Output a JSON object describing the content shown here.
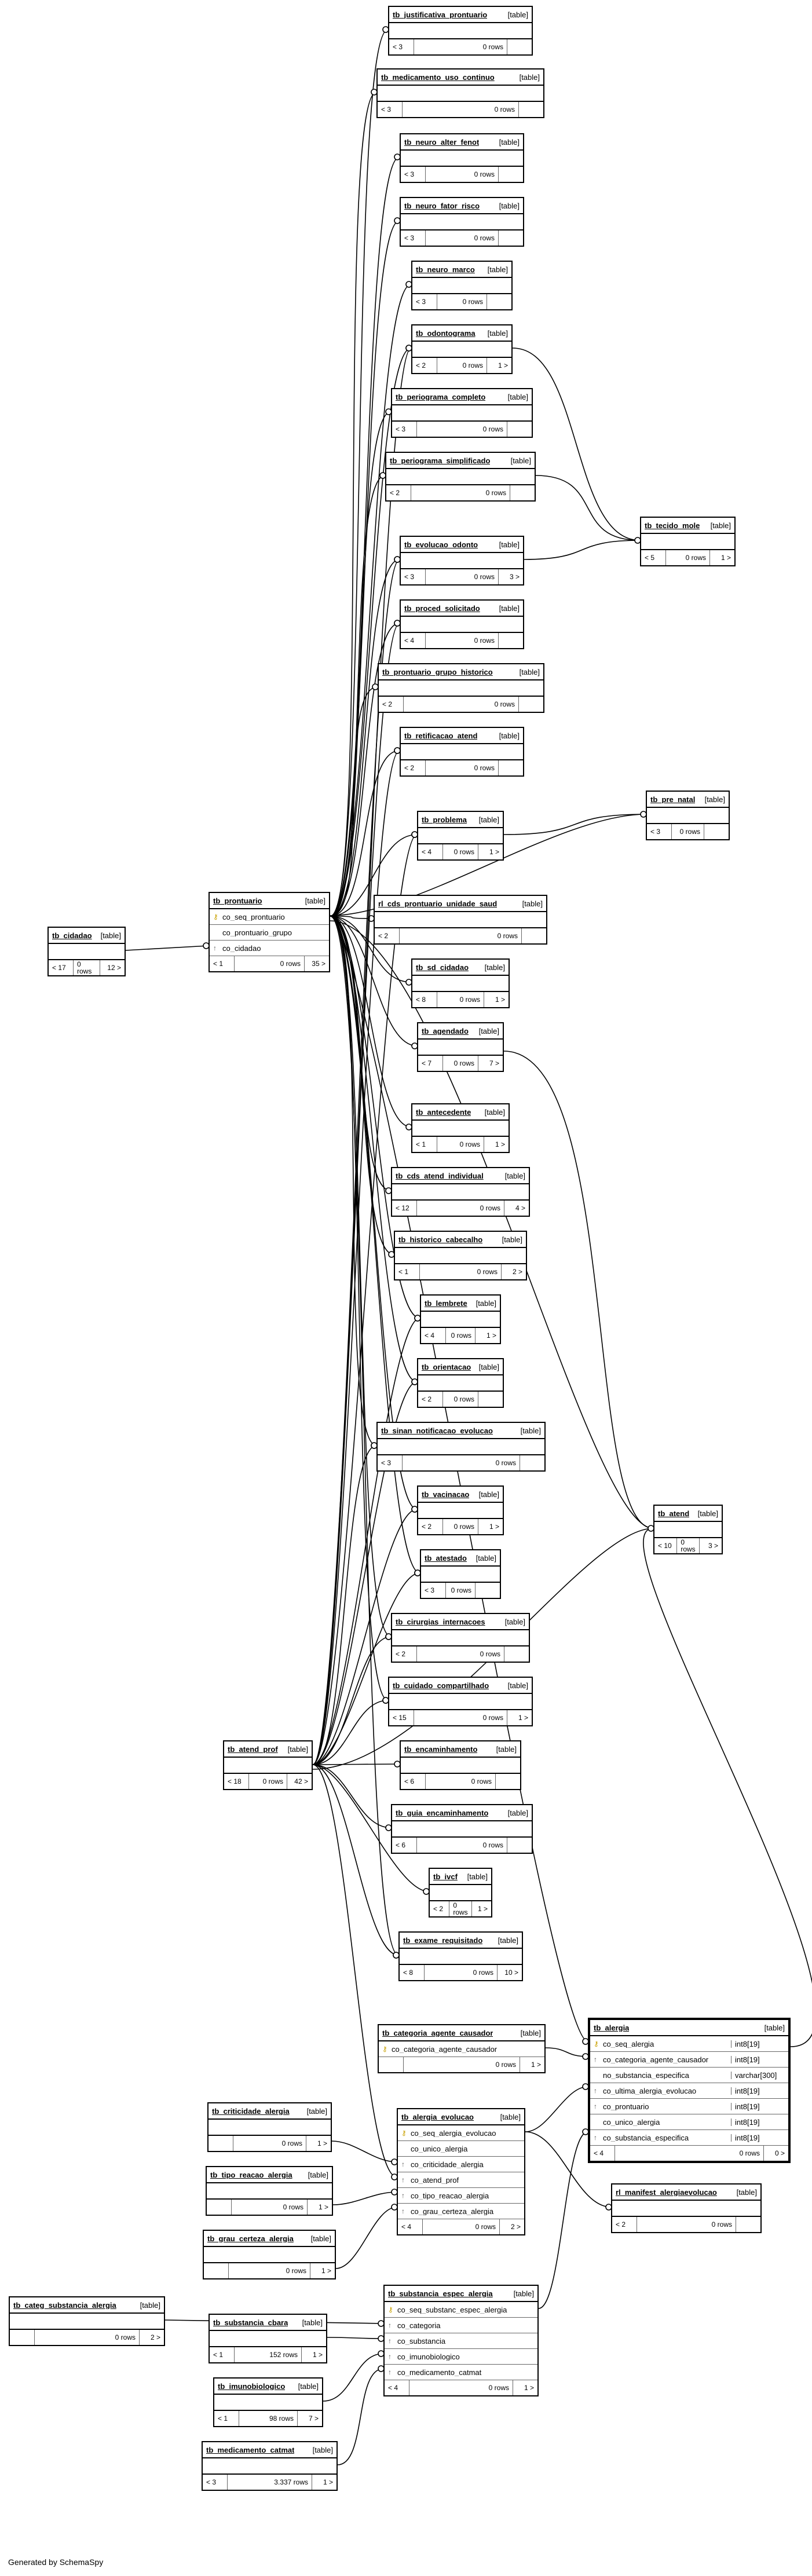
{
  "footer": "Generated by SchemaSpy",
  "tables": [
    {
      "id": "tb_justificativa_prontuario",
      "name": "tb_justificativa_prontuario",
      "kind": "[table]",
      "parents": "< 3",
      "rows": "0 rows",
      "children": ""
    },
    {
      "id": "tb_medicamento_uso_continuo",
      "name": "tb_medicamento_uso_continuo",
      "kind": "[table]",
      "parents": "< 3",
      "rows": "0 rows",
      "children": ""
    },
    {
      "id": "tb_neuro_alter_fenot",
      "name": "tb_neuro_alter_fenot",
      "kind": "[table]",
      "parents": "< 3",
      "rows": "0 rows",
      "children": ""
    },
    {
      "id": "tb_neuro_fator_risco",
      "name": "tb_neuro_fator_risco",
      "kind": "[table]",
      "parents": "< 3",
      "rows": "0 rows",
      "children": ""
    },
    {
      "id": "tb_neuro_marco",
      "name": "tb_neuro_marco",
      "kind": "[table]",
      "parents": "< 3",
      "rows": "0 rows",
      "children": ""
    },
    {
      "id": "tb_odontograma",
      "name": "tb_odontograma",
      "kind": "[table]",
      "parents": "< 2",
      "rows": "0 rows",
      "children": "1 >"
    },
    {
      "id": "tb_periograma_completo",
      "name": "tb_periograma_completo",
      "kind": "[table]",
      "parents": "< 3",
      "rows": "0 rows",
      "children": ""
    },
    {
      "id": "tb_periograma_simplificado",
      "name": "tb_periograma_simplificado",
      "kind": "[table]",
      "parents": "< 2",
      "rows": "0 rows",
      "children": ""
    },
    {
      "id": "tb_tecido_mole",
      "name": "tb_tecido_mole",
      "kind": "[table]",
      "parents": "< 5",
      "rows": "0 rows",
      "children": "1 >"
    },
    {
      "id": "tb_evolucao_odonto",
      "name": "tb_evolucao_odonto",
      "kind": "[table]",
      "parents": "< 3",
      "rows": "0 rows",
      "children": "3 >"
    },
    {
      "id": "tb_proced_solicitado",
      "name": "tb_proced_solicitado",
      "kind": "[table]",
      "parents": "< 4",
      "rows": "0 rows",
      "children": ""
    },
    {
      "id": "tb_prontuario_grupo_historico",
      "name": "tb_prontuario_grupo_historico",
      "kind": "[table]",
      "parents": "< 2",
      "rows": "0 rows",
      "children": ""
    },
    {
      "id": "tb_retificacao_atend",
      "name": "tb_retificacao_atend",
      "kind": "[table]",
      "parents": "< 2",
      "rows": "0 rows",
      "children": ""
    },
    {
      "id": "tb_pre_natal",
      "name": "tb_pre_natal",
      "kind": "[table]",
      "parents": "< 3",
      "rows": "0 rows",
      "children": ""
    },
    {
      "id": "tb_problema",
      "name": "tb_problema",
      "kind": "[table]",
      "parents": "< 4",
      "rows": "0 rows",
      "children": "1 >"
    },
    {
      "id": "tb_prontuario",
      "name": "tb_prontuario",
      "kind": "[table]",
      "parents": "< 1",
      "rows": "0 rows",
      "children": "35 >",
      "columns": [
        {
          "name": "co_seq_prontuario",
          "key": "pk"
        },
        {
          "name": "co_prontuario_grupo",
          "key": ""
        },
        {
          "name": "co_cidadao",
          "key": "fk"
        }
      ]
    },
    {
      "id": "tb_cidadao",
      "name": "tb_cidadao",
      "kind": "[table]",
      "parents": "< 17",
      "rows": "0 rows",
      "children": "12 >"
    },
    {
      "id": "rl_cds_prontuario_unidade_saud",
      "name": "rl_cds_prontuario_unidade_saud",
      "kind": "[table]",
      "parents": "< 2",
      "rows": "0 rows",
      "children": ""
    },
    {
      "id": "tb_sd_cidadao",
      "name": "tb_sd_cidadao",
      "kind": "[table]",
      "parents": "< 8",
      "rows": "0 rows",
      "children": "1 >"
    },
    {
      "id": "tb_agendado",
      "name": "tb_agendado",
      "kind": "[table]",
      "parents": "< 7",
      "rows": "0 rows",
      "children": "7 >"
    },
    {
      "id": "tb_antecedente",
      "name": "tb_antecedente",
      "kind": "[table]",
      "parents": "< 1",
      "rows": "0 rows",
      "children": "1 >"
    },
    {
      "id": "tb_cds_atend_individual",
      "name": "tb_cds_atend_individual",
      "kind": "[table]",
      "parents": "< 12",
      "rows": "0 rows",
      "children": "4 >"
    },
    {
      "id": "tb_historico_cabecalho",
      "name": "tb_historico_cabecalho",
      "kind": "[table]",
      "parents": "< 1",
      "rows": "0 rows",
      "children": "2 >"
    },
    {
      "id": "tb_lembrete",
      "name": "tb_lembrete",
      "kind": "[table]",
      "parents": "< 4",
      "rows": "0 rows",
      "children": "1 >"
    },
    {
      "id": "tb_orientacao",
      "name": "tb_orientacao",
      "kind": "[table]",
      "parents": "< 2",
      "rows": "0 rows",
      "children": ""
    },
    {
      "id": "tb_sinan_notificacao_evolucao",
      "name": "tb_sinan_notificacao_evolucao",
      "kind": "[table]",
      "parents": "< 3",
      "rows": "0 rows",
      "children": ""
    },
    {
      "id": "tb_atend",
      "name": "tb_atend",
      "kind": "[table]",
      "parents": "< 10",
      "rows": "0 rows",
      "children": "3 >"
    },
    {
      "id": "tb_vacinacao",
      "name": "tb_vacinacao",
      "kind": "[table]",
      "parents": "< 2",
      "rows": "0 rows",
      "children": "1 >"
    },
    {
      "id": "tb_atestado",
      "name": "tb_atestado",
      "kind": "[table]",
      "parents": "< 3",
      "rows": "0 rows",
      "children": ""
    },
    {
      "id": "tb_cirurgias_internacoes",
      "name": "tb_cirurgias_internacoes",
      "kind": "[table]",
      "parents": "< 2",
      "rows": "0 rows",
      "children": ""
    },
    {
      "id": "tb_cuidado_compartilhado",
      "name": "tb_cuidado_compartilhado",
      "kind": "[table]",
      "parents": "< 15",
      "rows": "0 rows",
      "children": "1 >"
    },
    {
      "id": "tb_atend_prof",
      "name": "tb_atend_prof",
      "kind": "[table]",
      "parents": "< 18",
      "rows": "0 rows",
      "children": "42 >"
    },
    {
      "id": "tb_encaminhamento",
      "name": "tb_encaminhamento",
      "kind": "[table]",
      "parents": "< 6",
      "rows": "0 rows",
      "children": ""
    },
    {
      "id": "tb_guia_encaminhamento",
      "name": "tb_guia_encaminhamento",
      "kind": "[table]",
      "parents": "< 6",
      "rows": "0 rows",
      "children": ""
    },
    {
      "id": "tb_ivcf",
      "name": "tb_ivcf",
      "kind": "[table]",
      "parents": "< 2",
      "rows": "0 rows",
      "children": "1 >"
    },
    {
      "id": "tb_exame_requisitado",
      "name": "tb_exame_requisitado",
      "kind": "[table]",
      "parents": "< 8",
      "rows": "0 rows",
      "children": "10 >"
    },
    {
      "id": "tb_categoria_agente_causador",
      "name": "tb_categoria_agente_causador",
      "kind": "[table]",
      "parents": "",
      "rows": "0 rows",
      "children": "1 >",
      "columns": [
        {
          "name": "co_categoria_agente_causador",
          "key": "pk"
        }
      ]
    },
    {
      "id": "tb_alergia",
      "name": "tb_alergia",
      "kind": "[table]",
      "parents": "< 4",
      "rows": "0 rows",
      "children": "0 >",
      "columns": [
        {
          "name": "co_seq_alergia",
          "key": "pk",
          "type": "int8[19]"
        },
        {
          "name": "co_categoria_agente_causador",
          "key": "fk",
          "type": "int8[19]"
        },
        {
          "name": "no_substancia_especifica",
          "key": "",
          "type": "varchar[300]"
        },
        {
          "name": "co_ultima_alergia_evolucao",
          "key": "fk",
          "type": "int8[19]"
        },
        {
          "name": "co_prontuario",
          "key": "fk",
          "type": "int8[19]"
        },
        {
          "name": "co_unico_alergia",
          "key": "",
          "type": "int8[19]"
        },
        {
          "name": "co_substancia_especifica",
          "key": "fk",
          "type": "int8[19]"
        }
      ]
    },
    {
      "id": "tb_criticidade_alergia",
      "name": "tb_criticidade_alergia",
      "kind": "[table]",
      "parents": "",
      "rows": "0 rows",
      "children": "1 >"
    },
    {
      "id": "tb_alergia_evolucao",
      "name": "tb_alergia_evolucao",
      "kind": "[table]",
      "parents": "< 4",
      "rows": "0 rows",
      "children": "2 >",
      "columns": [
        {
          "name": "co_seq_alergia_evolucao",
          "key": "pk"
        },
        {
          "name": "co_unico_alergia",
          "key": ""
        },
        {
          "name": "co_criticidade_alergia",
          "key": "fk"
        },
        {
          "name": "co_atend_prof",
          "key": "fk"
        },
        {
          "name": "co_tipo_reacao_alergia",
          "key": "fk"
        },
        {
          "name": "co_grau_certeza_alergia",
          "key": "fk"
        }
      ]
    },
    {
      "id": "rl_manifest_alergiaevolucao",
      "name": "rl_manifest_alergiaevolucao",
      "kind": "[table]",
      "parents": "< 2",
      "rows": "0 rows",
      "children": ""
    },
    {
      "id": "tb_tipo_reacao_alergia",
      "name": "tb_tipo_reacao_alergia",
      "kind": "[table]",
      "parents": "",
      "rows": "0 rows",
      "children": "1 >"
    },
    {
      "id": "tb_grau_certeza_alergia",
      "name": "tb_grau_certeza_alergia",
      "kind": "[table]",
      "parents": "",
      "rows": "0 rows",
      "children": "1 >"
    },
    {
      "id": "tb_categ_substancia_alergia",
      "name": "tb_categ_substancia_alergia",
      "kind": "[table]",
      "parents": "",
      "rows": "0 rows",
      "children": "2 >"
    },
    {
      "id": "tb_substancia_cbara",
      "name": "tb_substancia_cbara",
      "kind": "[table]",
      "parents": "< 1",
      "rows": "152 rows",
      "children": "1 >"
    },
    {
      "id": "tb_substancia_espec_alergia",
      "name": "tb_substancia_espec_alergia",
      "kind": "[table]",
      "parents": "< 4",
      "rows": "0 rows",
      "children": "1 >",
      "columns": [
        {
          "name": "co_seq_substanc_espec_alergia",
          "key": "pk"
        },
        {
          "name": "co_categoria",
          "key": "fk"
        },
        {
          "name": "co_substancia",
          "key": "fk"
        },
        {
          "name": "co_imunobiologico",
          "key": "fk"
        },
        {
          "name": "co_medicamento_catmat",
          "key": "fk"
        }
      ]
    },
    {
      "id": "tb_imunobiologico",
      "name": "tb_imunobiologico",
      "kind": "[table]",
      "parents": "< 1",
      "rows": "98 rows",
      "children": "7 >"
    },
    {
      "id": "tb_medicamento_catmat",
      "name": "tb_medicamento_catmat",
      "kind": "[table]",
      "parents": "< 3",
      "rows": "3.337 rows",
      "children": "1 >"
    }
  ]
}
